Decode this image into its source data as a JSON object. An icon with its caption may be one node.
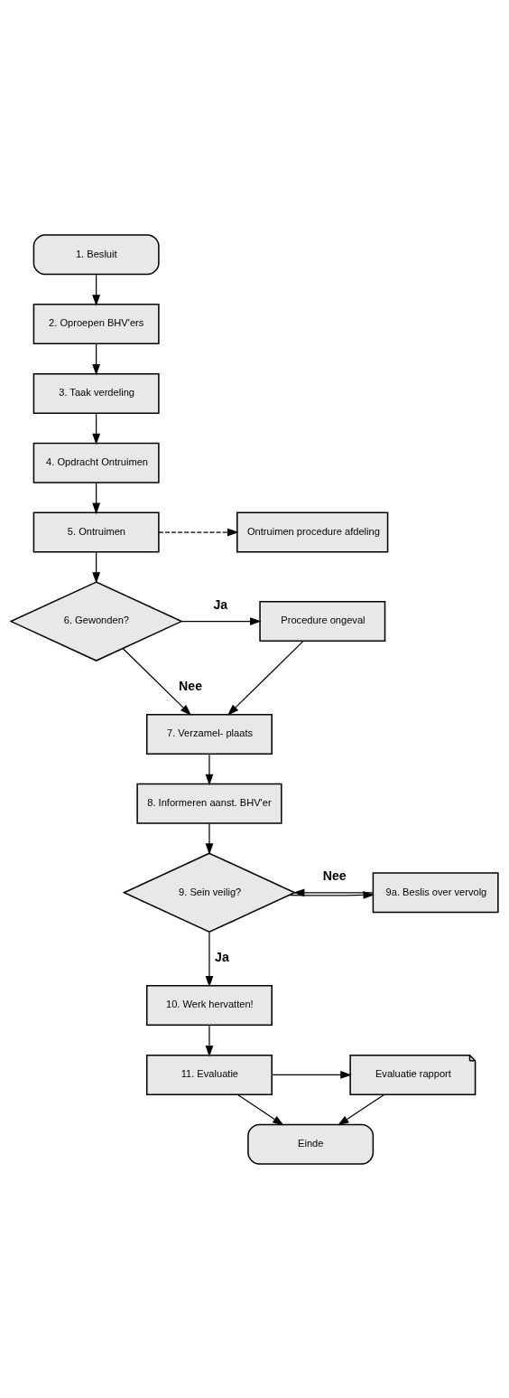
{
  "diagram": {
    "nodes": [
      {
        "text": [
          "1. Besluit"
        ]
      },
      {
        "text": [
          "2. Oproepen BHV'ers"
        ]
      },
      {
        "text": [
          "3. Taak verdeling"
        ]
      },
      {
        "text": [
          "4. Opdracht Ontruimen"
        ]
      },
      {
        "text": [
          "5. Ontruimen"
        ]
      },
      {
        "text": [
          "Ontruimen procedure afdeling"
        ]
      },
      {
        "text": [
          "6. Gewonden?"
        ]
      },
      {
        "text": [
          "Procedure ongeval"
        ]
      },
      {
        "text": [
          "7. Verzamel- plaats"
        ]
      },
      {
        "text": [
          "8. Informeren aanst. BHV'er"
        ]
      },
      {
        "text": [
          "9. Sein veilig?"
        ]
      },
      {
        "text": [
          "9a. Beslis over vervolg"
        ]
      },
      {
        "text": [
          "10. Werk hervatten!"
        ]
      },
      {
        "text": [
          "11. Evaluatie"
        ]
      },
      {
        "text": [
          "Evaluatie rapport"
        ]
      },
      {
        "text": [
          "Einde"
        ]
      }
    ],
    "edges": [
      {
        "from": 0,
        "to": 1,
        "arrow": "to"
      },
      {
        "from": 1,
        "to": 2,
        "arrow": "to"
      },
      {
        "from": 2,
        "to": 3,
        "arrow": "to"
      },
      {
        "from": 3,
        "to": 4,
        "arrow": "to"
      },
      {
        "from": 4,
        "to": 5,
        "arrow": "to",
        "style": "dashed"
      },
      {
        "from": 4,
        "to": 6,
        "arrow": "to"
      },
      {
        "from": 6,
        "to": 7,
        "arrow": "to",
        "label": "Ja"
      },
      {
        "from": 6,
        "to": 8,
        "arrow": "to",
        "label": "Nee"
      },
      {
        "from": 7,
        "to": 8,
        "arrow": "to"
      },
      {
        "from": 8,
        "to": 9,
        "arrow": "to"
      },
      {
        "from": 9,
        "to": 10,
        "arrow": "to"
      },
      {
        "from": 10,
        "to": 11,
        "arrow": "to"
      },
      {
        "from": 11,
        "to": 10,
        "arrow": "to",
        "label": "Nee"
      },
      {
        "from": 10,
        "to": 12,
        "arrow": "to",
        "label": "Ja"
      },
      {
        "from": 12,
        "to": 13,
        "arrow": "to"
      },
      {
        "from": 13,
        "to": 14,
        "arrow": "to"
      },
      {
        "from": 13,
        "to": 15,
        "arrow": "to"
      },
      {
        "from": 14,
        "to": 15,
        "arrow": "to"
      }
    ]
  }
}
